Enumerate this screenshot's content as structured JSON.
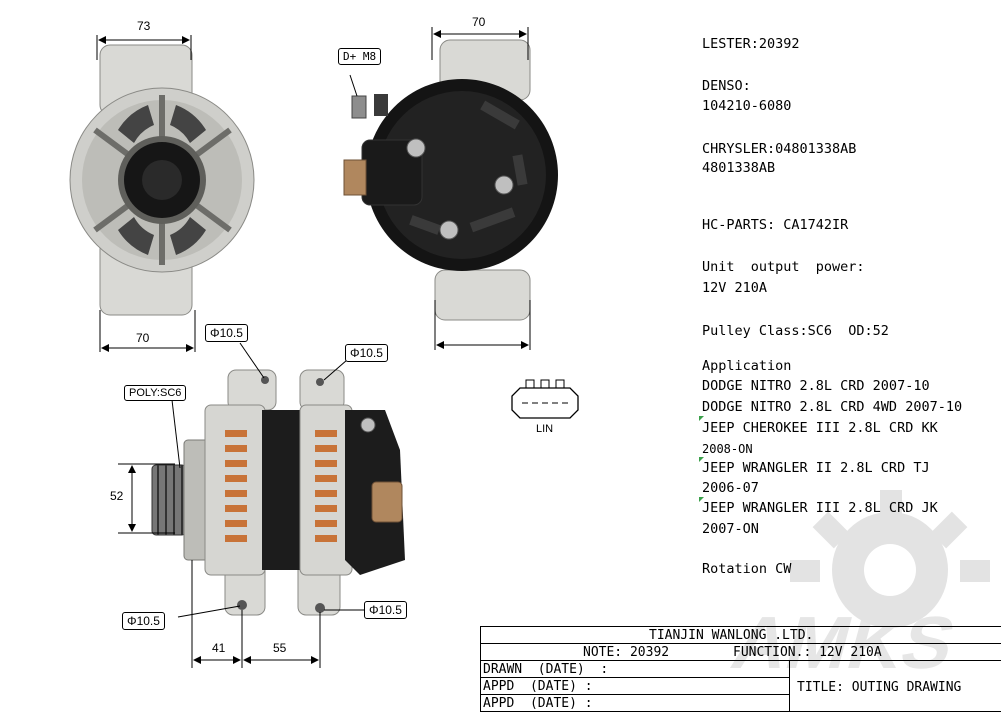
{
  "dimensions": {
    "top_left_width": "73",
    "top_left_base": "70",
    "top_right_width": "70",
    "side_pulley_dia": "52",
    "side_offset_a": "41",
    "side_offset_b": "55"
  },
  "callouts": {
    "terminal": "D+ M8",
    "hole_top_left": "Φ10.5",
    "hole_top_right": "Φ10.5",
    "pulley": "POLY:SC6",
    "hole_bottom_left": "Φ10.5",
    "hole_bottom_right": "Φ10.5"
  },
  "connector_label": "LIN",
  "specs": {
    "lester": "LESTER:20392",
    "denso_label": "DENSO:",
    "denso_number": "104210-6080",
    "chrysler_1": "CHRYSLER:04801338AB",
    "chrysler_2": "4801338AB",
    "hc_parts": "HC-PARTS: CA1742IR",
    "output_label": "Unit  output  power:",
    "output_value": "12V 210A",
    "pulley_class": "Pulley Class:SC6  OD:52",
    "application_label": "Application",
    "app_1": "DODGE NITRO 2.8L CRD 2007-10",
    "app_2": "DODGE NITRO 2.8L CRD 4WD 2007-10",
    "app_3": "JEEP CHEROKEE III 2.8L CRD KK",
    "app_3b": "2008-ON",
    "app_4": "JEEP WRANGLER II 2.8L CRD TJ",
    "app_4b": "2006-07",
    "app_5": "JEEP WRANGLER III 2.8L CRD JK",
    "app_5b": "2007-ON",
    "rotation": "Rotation CW"
  },
  "title_block": {
    "company": "TIANJIN WANLONG .LTD.",
    "note": "NOTE: 20392",
    "function": "FUNCTION.: 12V 210A",
    "drawn": "DRAWN  (DATE)  :",
    "appd_1": "APPD  (DATE) :",
    "appd_2": "APPD  (DATE) :",
    "title": "TITLE: OUTING DRAWING"
  },
  "watermark": "AMKS",
  "colors": {
    "housing": "#d8d8d4",
    "housing_dark": "#9c9c98",
    "cover": "#1a1a1a",
    "copper": "#b8692c",
    "flag": "#3aa04a"
  }
}
